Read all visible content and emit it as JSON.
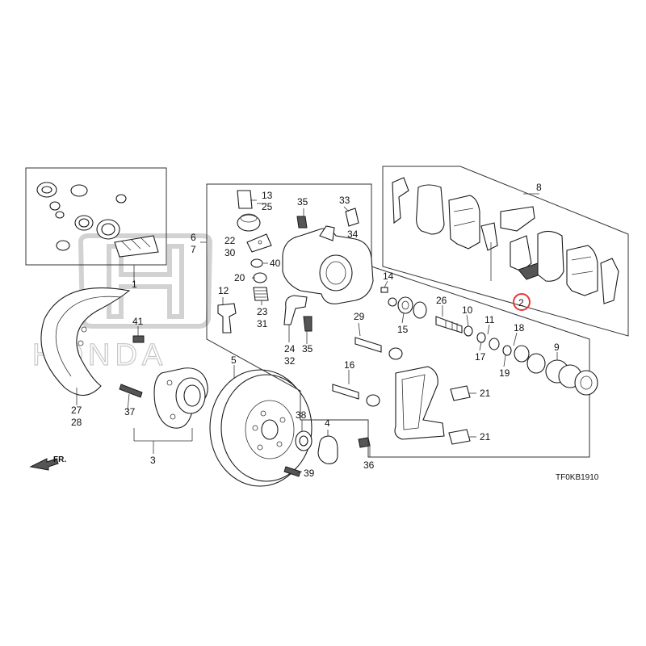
{
  "diagram": {
    "image_code": "TF0KB1910",
    "front_marker": "FR.",
    "watermark": "HONDA",
    "highlight_color": "#e53935",
    "labels": [
      "1",
      "2",
      "3",
      "4",
      "5",
      "6",
      "7",
      "8",
      "9",
      "10",
      "11",
      "12",
      "13",
      "14",
      "15",
      "16",
      "17",
      "18",
      "19",
      "20",
      "21",
      "21",
      "22",
      "23",
      "24",
      "25",
      "26",
      "27",
      "28",
      "29",
      "30",
      "31",
      "32",
      "33",
      "34",
      "35",
      "35",
      "36",
      "37",
      "38",
      "39",
      "40",
      "41"
    ],
    "highlighted_label": "2"
  }
}
